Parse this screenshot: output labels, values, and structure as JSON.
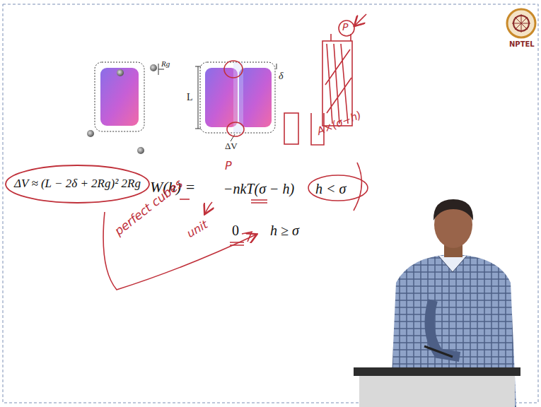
{
  "diagram": {
    "nodes": [
      {
        "text": [
          "ΔV ≈ (L − 2δ + 2Rg)² 2Rg"
        ]
      }
    ],
    "labels": [
      "NPTEL",
      "Rg",
      "L",
      "δ",
      "ΔV",
      "P",
      "A×(σ−h)",
      "W(h) =",
      "P",
      "−nkT(σ − h)",
      "h < σ",
      "0",
      "h ≥ σ",
      "perfect cubes",
      "unit"
    ]
  }
}
